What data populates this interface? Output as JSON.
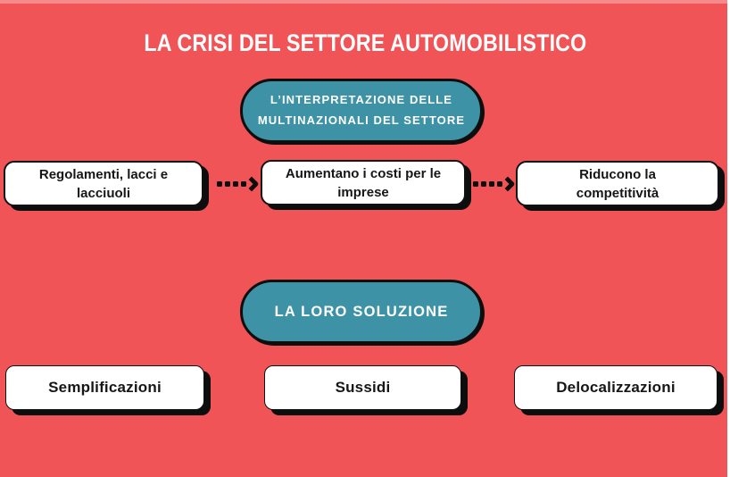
{
  "page": {
    "title": "LA CRISI DEL SETTORE AUTOMOBILISTICO"
  },
  "colors": {
    "background": "#F15457",
    "top_strip": "#F5898B",
    "right_strip": "#FFFFFF",
    "bubble_fill": "#3E92A6",
    "outline": "#0E0E0E",
    "box_fill": "#FFFFFF",
    "box_text": "#161616",
    "light_text": "#FFFFFF"
  },
  "interpretation": {
    "bubble_label": "L’INTERPRETAZIONE DELLE MULTINAZIONALI DEL SETTORE",
    "chain": [
      {
        "label": "Regolamenti, lacci e lacciuoli"
      },
      {
        "label": "Aumentano i costi per le imprese"
      },
      {
        "label": "Riducono la competitività"
      }
    ]
  },
  "solution": {
    "bubble_label": "LA LORO SOLUZIONE",
    "items": [
      {
        "label": "Semplificazioni"
      },
      {
        "label": "Sussidi"
      },
      {
        "label": "Delocalizzazioni"
      }
    ]
  }
}
